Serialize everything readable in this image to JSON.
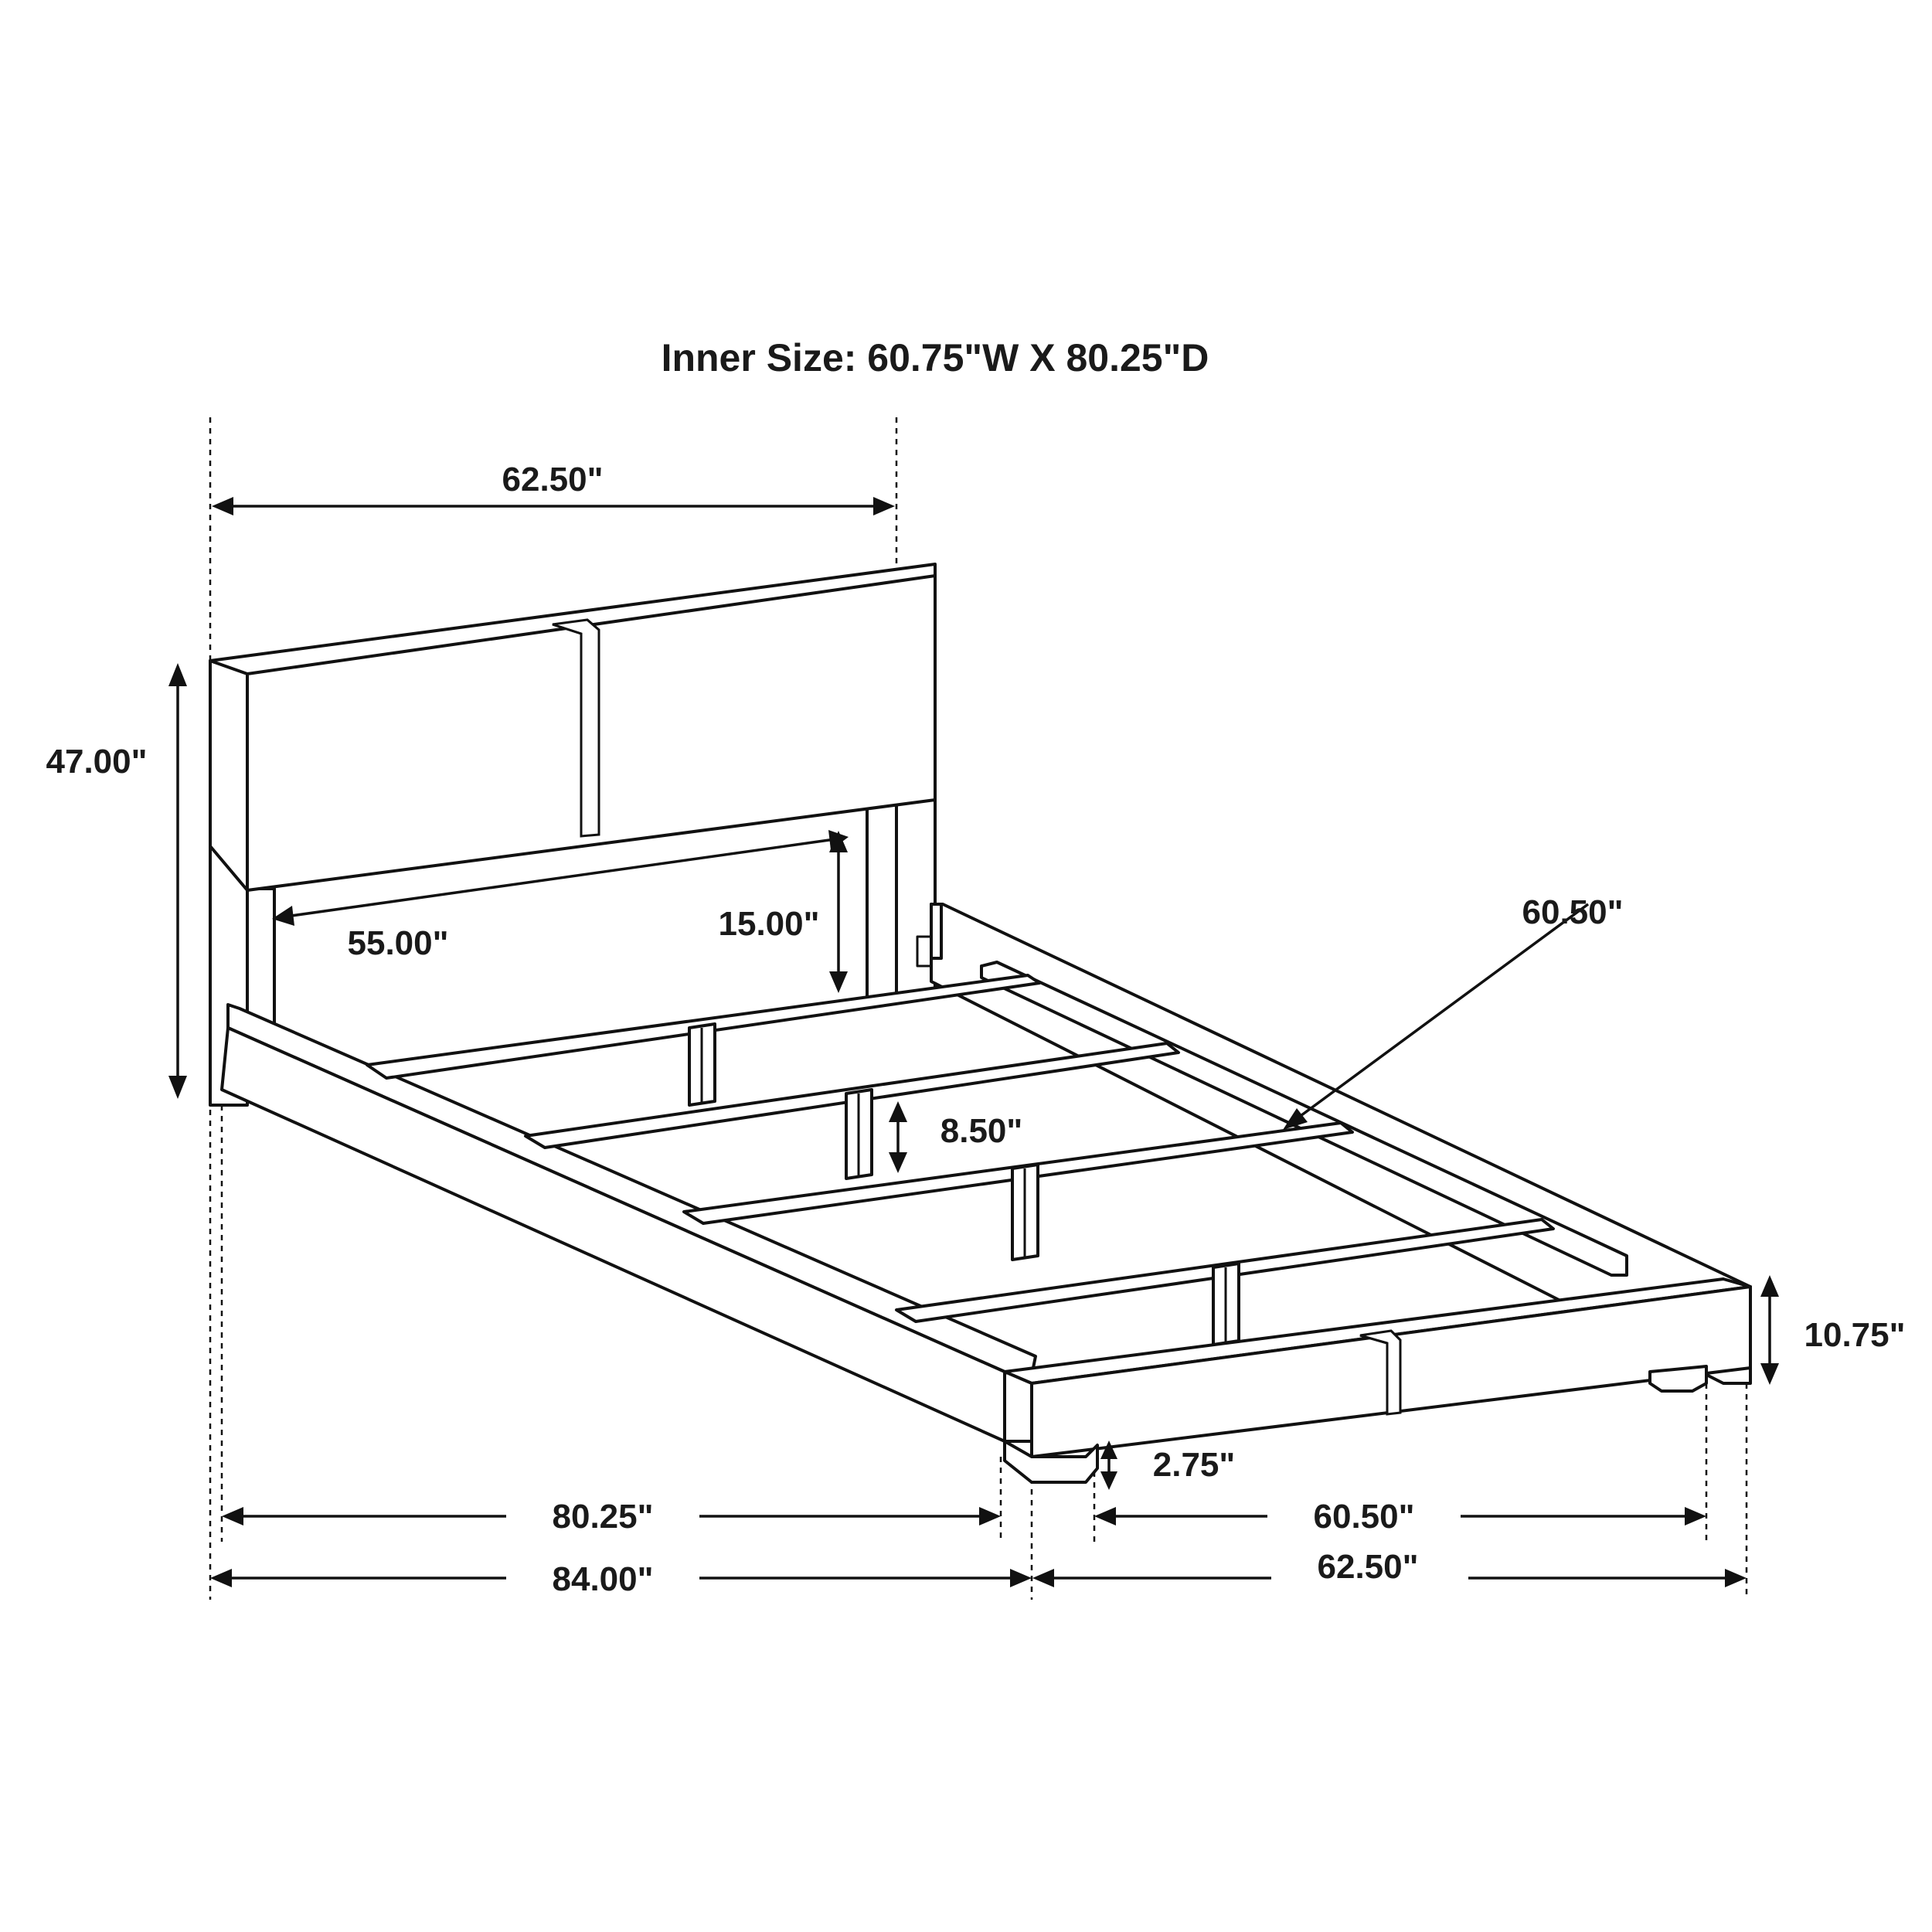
{
  "title": "Inner Size: 60.75\"W X 80.25\"D",
  "dimensions": {
    "headboard_width": "62.50\"",
    "overall_height": "47.00\"",
    "inner_headboard_width": "55.00\"",
    "headboard_clearance": "15.00\"",
    "slat_length": "60.50\"",
    "slat_leg_height": "8.50\"",
    "footboard_height": "10.75\"",
    "leg_height": "2.75\"",
    "inner_length": "80.25\"",
    "overall_length": "84.00\"",
    "inner_width": "60.50\"",
    "overall_width": "62.50\""
  },
  "colors": {
    "line": "#111111",
    "background": "#ffffff"
  }
}
